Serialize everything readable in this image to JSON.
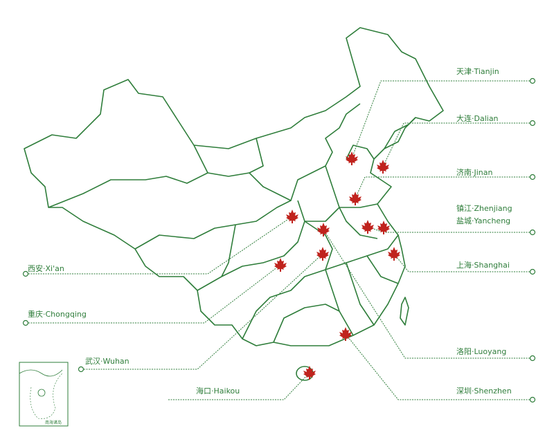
{
  "colors": {
    "border": "#2e7d3a",
    "leader": "#2e7d3a",
    "marker": "#c0231d"
  },
  "inset": {
    "label": "南海诸岛"
  },
  "cities": [
    {
      "id": "tianjin",
      "label": "天津·Tianjin"
    },
    {
      "id": "dalian",
      "label": "大连·Dalian"
    },
    {
      "id": "jinan",
      "label": "济南·Jinan"
    },
    {
      "id": "zhenjiang",
      "label": "镇江·Zhenjiang"
    },
    {
      "id": "yancheng",
      "label": "盐城·Yancheng"
    },
    {
      "id": "shanghai",
      "label": "上海·Shanghai"
    },
    {
      "id": "luoyang",
      "label": "洛阳·Luoyang"
    },
    {
      "id": "shenzhen",
      "label": "深圳·Shenzhen"
    },
    {
      "id": "haikou",
      "label": "海口·Haikou"
    },
    {
      "id": "wuhan",
      "label": "武汉·Wuhan"
    },
    {
      "id": "chongqing",
      "label": "重庆·Chongqing"
    },
    {
      "id": "xian",
      "label": "西安·Xi'an"
    }
  ]
}
